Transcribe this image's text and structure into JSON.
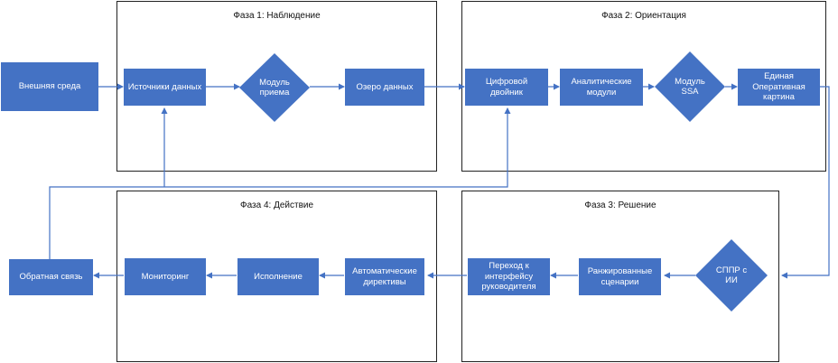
{
  "phases": {
    "p1": "Фаза 1: Наблюдение",
    "p2": "Фаза 2: Ориентация",
    "p3": "Фаза 3: Решение",
    "p4": "Фаза 4: Действие"
  },
  "nodes": {
    "external_env": "Внешняя среда",
    "data_sources": "Источники данных",
    "intake_module": "Модуль приема",
    "data_lake": "Озеро данных",
    "digital_twin": "Цифровой двойник",
    "analytics_modules": "Аналитические модули",
    "ssa_module": "Модуль SSA",
    "common_picture": "Единая Оперативная картина",
    "dss_ai": "СППР с ИИ",
    "ranked_scenarios": "Ранжированные сценарии",
    "leader_interface": "Переход к интерфейсу руководителя",
    "auto_directives": "Автоматические директивы",
    "execution": "Исполнение",
    "monitoring": "Мониторинг",
    "feedback": "Обратная связь"
  },
  "colors": {
    "node_fill": "#4472c4",
    "connector": "#4472c4",
    "border": "#222222"
  }
}
